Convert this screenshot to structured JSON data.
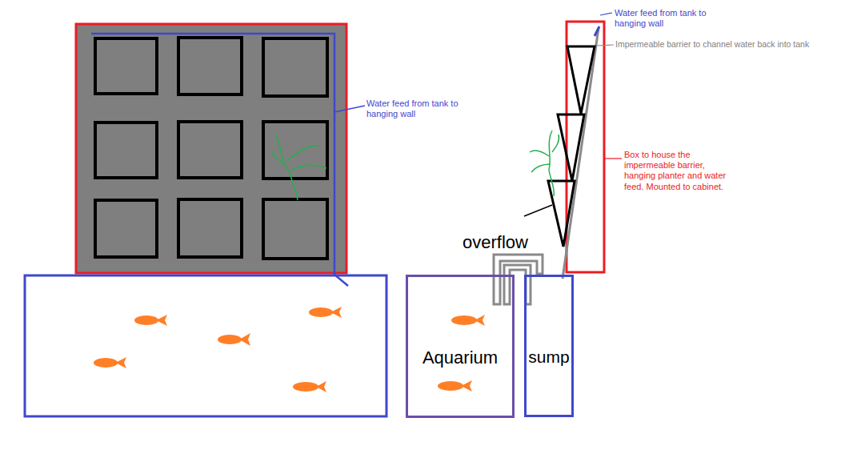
{
  "diagram": {
    "nodes": [
      {
        "text": [
          "Aquarium"
        ]
      },
      {
        "text": [
          "sump"
        ]
      }
    ],
    "labels": [
      "Water feed from tank to hanging wall",
      "overflow",
      "Water feed from tank to hanging wall",
      "Impermeable barrier to channel water back into tank",
      "Box to house the impermeable barrier, hanging planter and water feed. Mounted to cabinet."
    ]
  }
}
